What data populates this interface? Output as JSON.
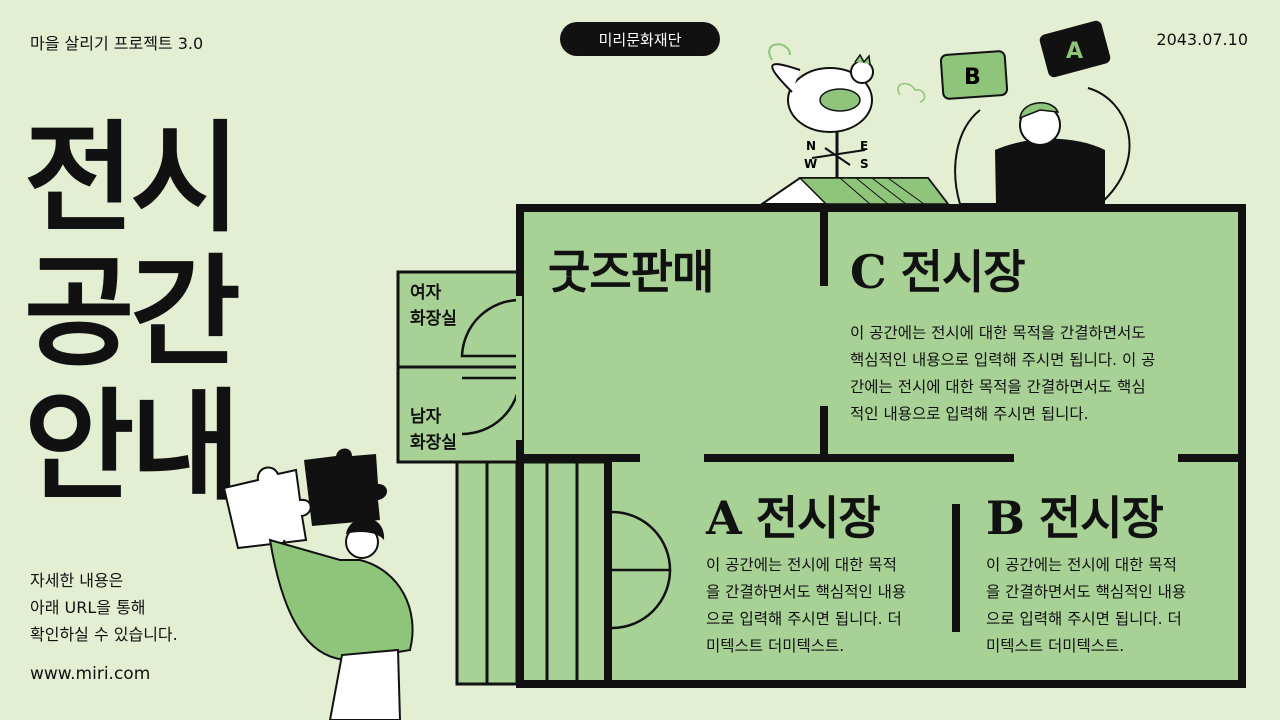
{
  "header": {
    "project": "마을 살리기 프로젝트 3.0",
    "organization": "미리문화재단",
    "date": "2043.07.10"
  },
  "title_lines": [
    "전시",
    "공간",
    "안내"
  ],
  "sidebar": {
    "description_lines": [
      "자세한 내용은",
      "아래 URL을 통해",
      "확인하실 수 있습니다."
    ],
    "url": "www.miri.com"
  },
  "floorplan": {
    "goods": {
      "label": "굿즈판매"
    },
    "hall_c": {
      "label": "C 전시장",
      "desc_lines": [
        "이 공간에는 전시에 대한 목적을 간결하면서도",
        "핵심적인 내용으로 입력해 주시면 됩니다. 이 공",
        "간에는 전시에 대한 목적을 간결하면서도 핵심",
        "적인 내용으로 입력해 주시면 됩니다."
      ]
    },
    "hall_a": {
      "label": "A 전시장",
      "desc_lines": [
        "이 공간에는 전시에 대한 목적",
        "을 간결하면서도 핵심적인 내용",
        "으로 입력해 주시면 됩니다.  더",
        "미텍스트 더미텍스트."
      ]
    },
    "hall_b": {
      "label": "B 전시장",
      "desc_lines": [
        "이 공간에는 전시에 대한 목적",
        "을 간결하면서도 핵심적인 내용",
        "으로 입력해 주시면 됩니다.  더",
        "미텍스트 더미텍스트."
      ]
    },
    "restroom_women": {
      "label_lines": [
        "여자",
        "화장실"
      ]
    },
    "restroom_men": {
      "label_lines": [
        "남자",
        "화장실"
      ]
    }
  },
  "weathervane": {
    "n": "N",
    "e": "E",
    "w": "W",
    "s": "S"
  },
  "signs": {
    "a": "A",
    "b": "B"
  },
  "colors": {
    "background": "#e3eed3",
    "room_fill": "#a8d195",
    "accent_green": "#8fc57a",
    "ink": "#111111"
  }
}
